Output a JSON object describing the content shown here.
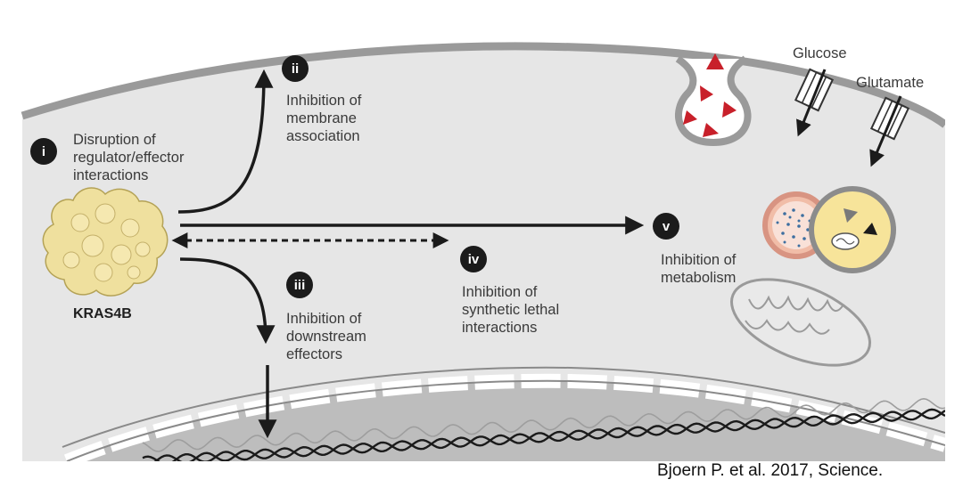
{
  "steps": [
    {
      "badge": "i",
      "label": "Disruption of\nregulator/effector\ninteractions"
    },
    {
      "badge": "ii",
      "label": "Inhibition of\nmembrane\nassociation"
    },
    {
      "badge": "iii",
      "label": "Inhibition of\ndownstream\neffectors"
    },
    {
      "badge": "iv",
      "label": "Inhibition of\nsynthetic lethal\ninteractions"
    },
    {
      "badge": "v",
      "label": "Inhibition of\nmetabolism"
    }
  ],
  "protein": {
    "name": "KRAS4B"
  },
  "transporters": {
    "glucose": "Glucose",
    "glutamate": "Glutamate"
  },
  "caption": "Bjoern P. et al. 2017, Science.",
  "colors": {
    "cytoplasm": "#e6e6e6",
    "membrane": "#9a9a9a",
    "nucleus": "#bdbdbd",
    "protein": "#efe09e",
    "arrow": "#1b1b1b",
    "vesicle_triangle": "#c8202a",
    "lysosome_fill": "#f7e49a",
    "organelle_pink": "#f1bda8"
  }
}
